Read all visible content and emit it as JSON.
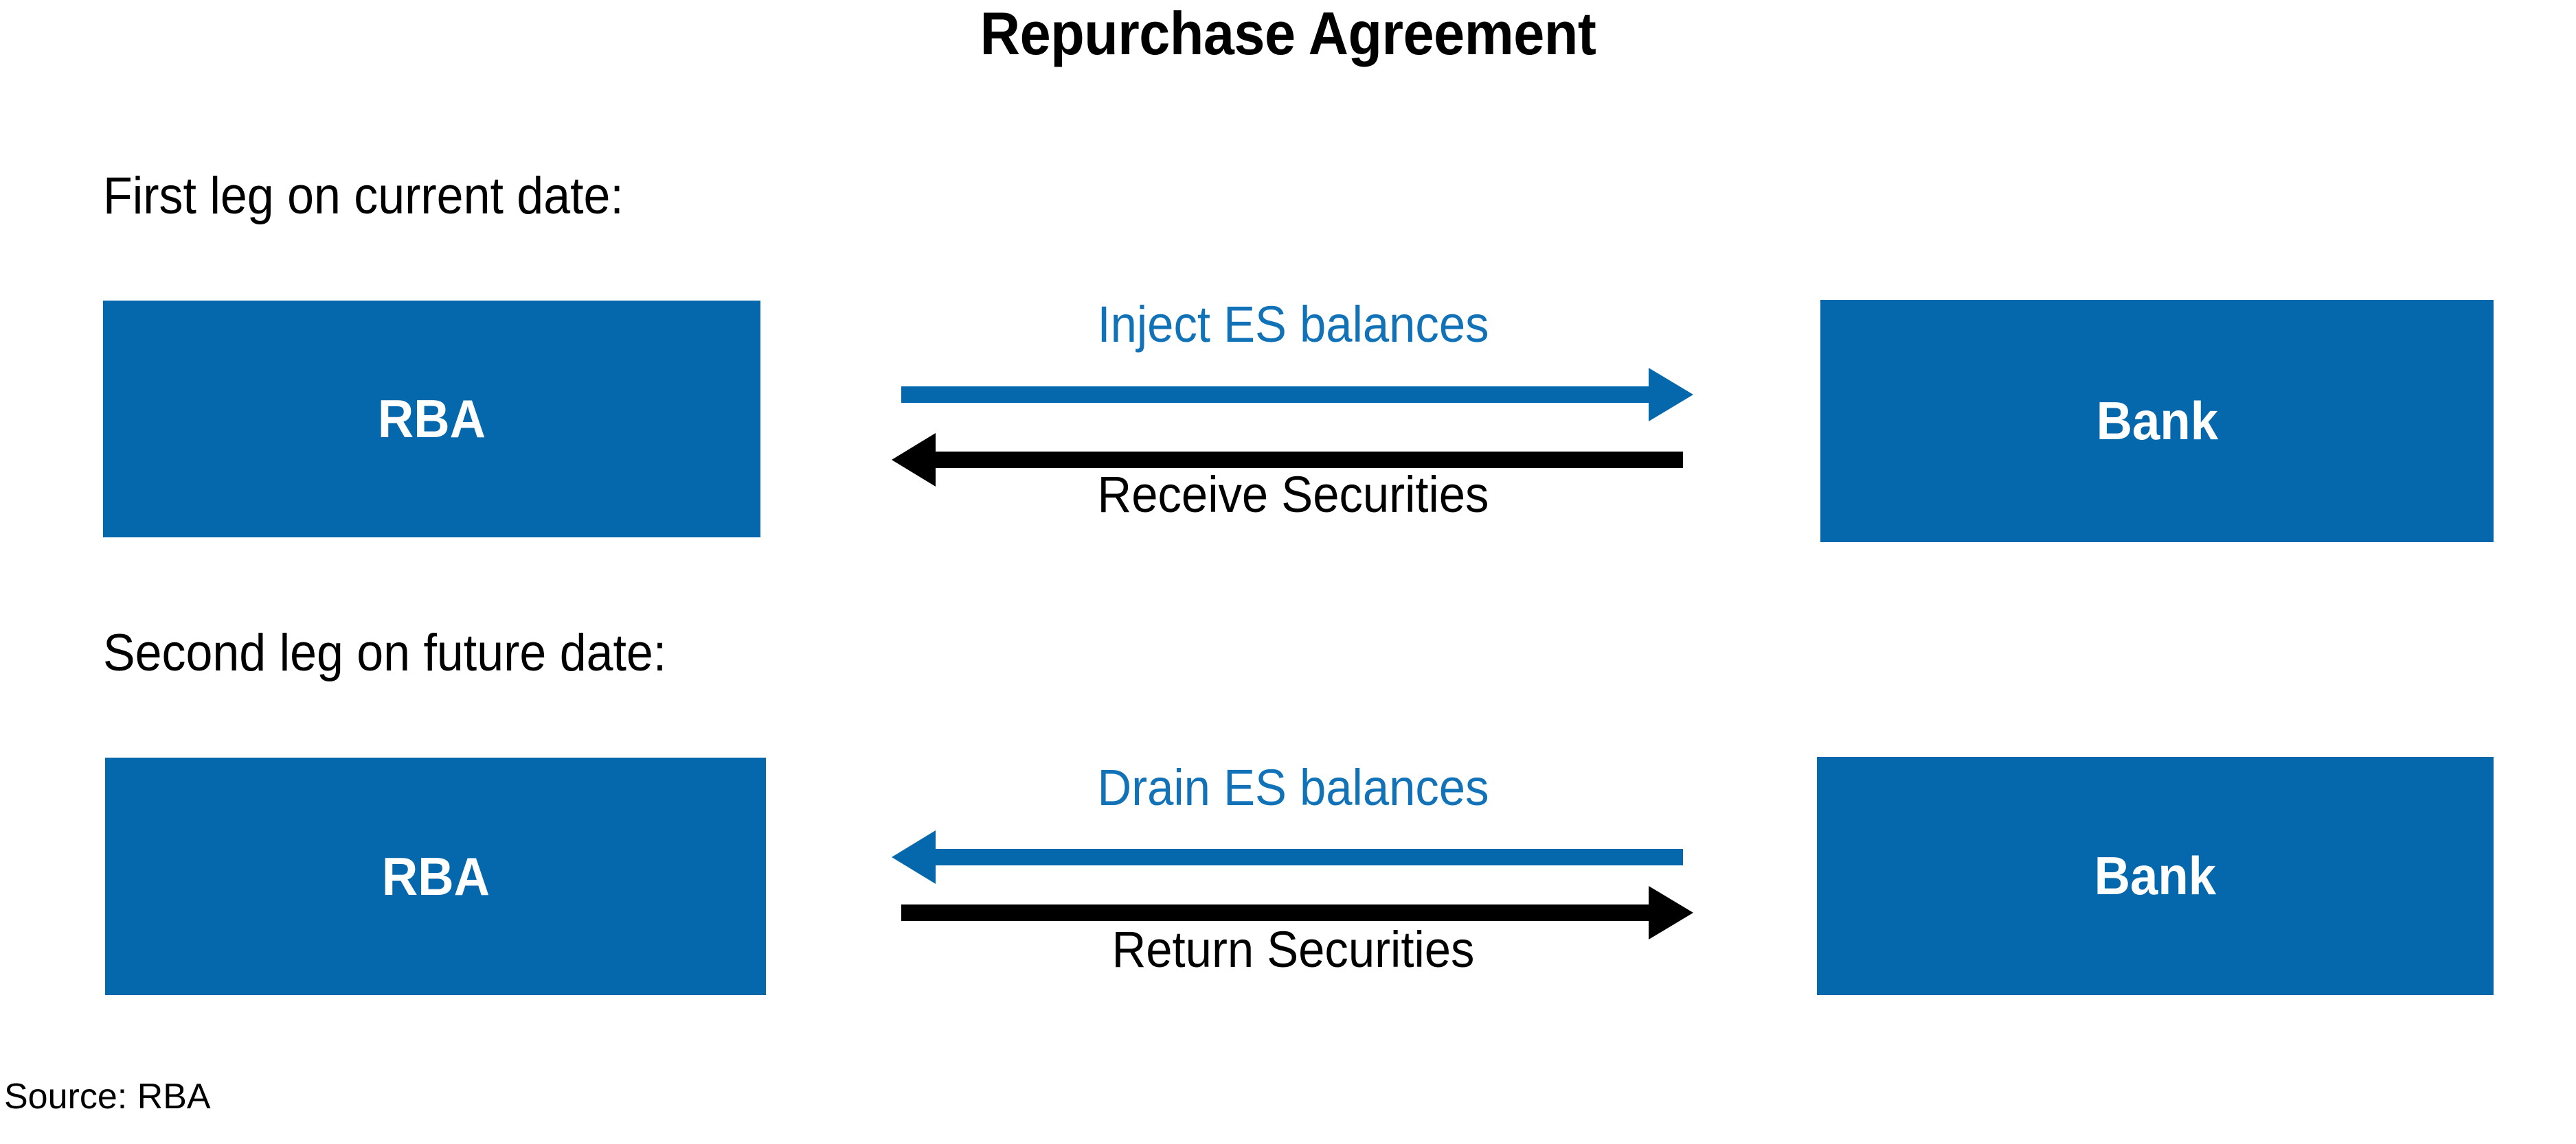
{
  "title": "Repurchase Agreement",
  "colors": {
    "box_fill": "#0668ac",
    "blue_accent": "#1272b8",
    "arrow_blue": "#0668ac",
    "arrow_black": "#000000",
    "box_text": "#ffffff",
    "body_text": "#000000",
    "background": "#ffffff"
  },
  "legs": [
    {
      "caption": "First leg on current date:",
      "left_entity": "RBA",
      "right_entity": "Bank",
      "flows": [
        {
          "label": "Inject ES balances",
          "direction": "right",
          "color": "blue",
          "label_position": "above"
        },
        {
          "label": "Receive Securities",
          "direction": "left",
          "color": "black",
          "label_position": "below"
        }
      ]
    },
    {
      "caption": "Second leg on future date:",
      "left_entity": "RBA",
      "right_entity": "Bank",
      "flows": [
        {
          "label": "Drain ES balances",
          "direction": "left",
          "color": "blue",
          "label_position": "above"
        },
        {
          "label": "Return Securities",
          "direction": "right",
          "color": "black",
          "label_position": "below"
        }
      ]
    }
  ],
  "source": "Source: RBA"
}
